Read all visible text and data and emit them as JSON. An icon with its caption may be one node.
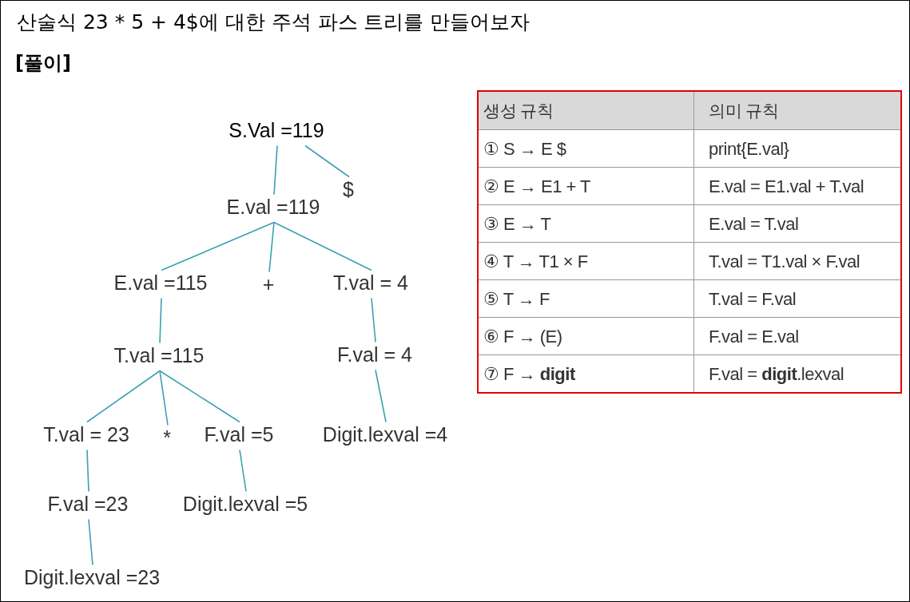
{
  "diagram": {
    "title": "산술식 23 * 5 + 4$에 대한 주석 파스 트리를 만들어보자",
    "nodes": [
      {
        "text": [
          "S.Val =119"
        ]
      },
      {
        "text": [
          "E.val =119"
        ]
      },
      {
        "text": [
          "$"
        ]
      },
      {
        "text": [
          "E.val =115"
        ]
      },
      {
        "text": [
          "+"
        ]
      },
      {
        "text": [
          "T.val = 4"
        ]
      },
      {
        "text": [
          "T.val =115"
        ]
      },
      {
        "text": [
          "F.val = 4"
        ]
      },
      {
        "text": [
          "T.val = 23"
        ]
      },
      {
        "text": [
          "*"
        ]
      },
      {
        "text": [
          "F.val =5"
        ]
      },
      {
        "text": [
          "Digit.lexval =4"
        ]
      },
      {
        "text": [
          "F.val =23"
        ]
      },
      {
        "text": [
          "Digit.lexval =5"
        ]
      },
      {
        "text": [
          "Digit.lexval =23"
        ]
      }
    ],
    "edges": [
      {
        "from": 0,
        "to": 1,
        "arrow": "none"
      },
      {
        "from": 0,
        "to": 2,
        "arrow": "none"
      },
      {
        "from": 1,
        "to": 3,
        "arrow": "none"
      },
      {
        "from": 1,
        "to": 4,
        "arrow": "none"
      },
      {
        "from": 1,
        "to": 5,
        "arrow": "none"
      },
      {
        "from": 3,
        "to": 6,
        "arrow": "none"
      },
      {
        "from": 5,
        "to": 7,
        "arrow": "none"
      },
      {
        "from": 6,
        "to": 8,
        "arrow": "none"
      },
      {
        "from": 6,
        "to": 9,
        "arrow": "none"
      },
      {
        "from": 6,
        "to": 10,
        "arrow": "none"
      },
      {
        "from": 7,
        "to": 11,
        "arrow": "none"
      },
      {
        "from": 8,
        "to": 12,
        "arrow": "none"
      },
      {
        "from": 10,
        "to": 13,
        "arrow": "none"
      },
      {
        "from": 12,
        "to": 14,
        "arrow": "none"
      }
    ],
    "labels": [
      "[풀이]",
      "생성 규칙",
      "의미 규칙",
      "① S → E $",
      "print{E.val}",
      "② E → E1 + T",
      "E.val = E1.val + T.val",
      "③ E → T",
      "E.val = T.val",
      "④ T → T1 × F",
      "T.val = T1.val × F.val",
      "⑤ T → F",
      "T.val = F.val",
      "⑥ F → (E)",
      "F.val = E.val",
      "⑦ F → **digit**",
      "F.val = **digit**.lexval"
    ]
  }
}
